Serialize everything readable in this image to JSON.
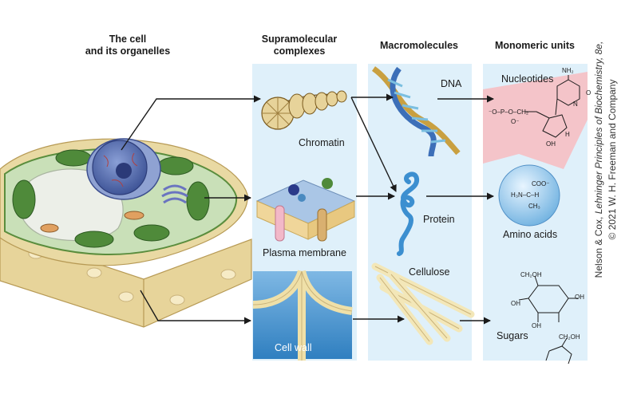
{
  "headers": {
    "cell": [
      "The cell",
      "and its organelles"
    ],
    "supramolecular": [
      "Supramolecular",
      "complexes"
    ],
    "macromolecules": "Macromolecules",
    "monomeric": "Monomeric units"
  },
  "labels": {
    "chromatin": "Chromatin",
    "plasma_membrane": "Plasma membrane",
    "cell_wall": "Cell wall",
    "dna": "DNA",
    "protein": "Protein",
    "cellulose": "Cellulose",
    "nucleotides": "Nucleotides",
    "amino_acids": "Amino acids",
    "sugars": "Sugars"
  },
  "chem": {
    "nh2": "NH₂",
    "o": "O",
    "n": "N",
    "phosphate": "⁻O–P–O–CH₂",
    "o_minus": "O⁻",
    "oh": "OH",
    "h": "H",
    "coo": "COO⁻",
    "h3n": "H₃N–C–H",
    "ch3": "CH₃",
    "ch2oh": "CH₂OH"
  },
  "credit": {
    "line1_prefix": "Nelson & Cox, ",
    "line1_italic": "Lehninger Principles of Biochemistry, 8e,",
    "line2": "© 2021 W. H. Freeman and Company"
  },
  "colors": {
    "panel": "#dff0fa",
    "nucleotide_bg": "#f4c4c9",
    "cell_wall": "#ead9a0",
    "chloroplast": "#4f8a3a",
    "nucleus": "#5a6fb0",
    "arrow": "#1a1a1a"
  }
}
